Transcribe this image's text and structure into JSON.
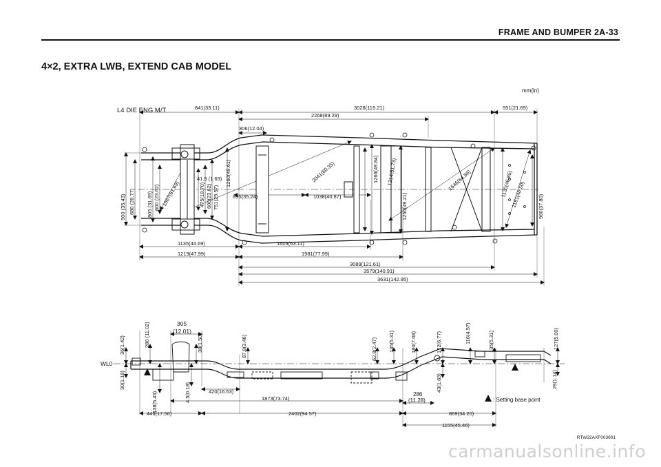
{
  "header": {
    "title": "FRAME AND BUMPER  2A-33"
  },
  "section_title": "4×2, EXTRA LWB, EXTEND CAB MODEL",
  "top_view": {
    "units": "mm(in)",
    "engine_label": "L4 DIE ENG M/T",
    "dims": {
      "d841": "841(33.11)",
      "d3028": "3028(119.21)",
      "d551": "551(21.69)",
      "d2268": "2268(89.29)",
      "d306": "306(12.04)",
      "d900": "900 (35.43)",
      "d680": "680 (26.77)",
      "d805": "805 (31.69)",
      "d600a": "600 (23.62)",
      "d415": "41.5 (1.63)",
      "d475": "475(18.70)",
      "d600b": "600(23.62)",
      "d751": "751(29.57)",
      "d1260a": "1260(49.61)",
      "d1567": "1567(61.69)",
      "d895": "895(35.24)",
      "d2041": "2041(80.35)",
      "d1038": "1038(40.87)",
      "d1266": "1266(49.84)",
      "d1314": "1314(51.73)",
      "d1250": "1250(49.21)",
      "d1646": "1646(64.88)",
      "d1130": "1130(46.85)",
      "d1181": "1181(46.50)",
      "d960": "960(37.80)",
      "d1135": "1135(44.69)",
      "d1603": "1603(63.11)",
      "d1219": "1219(47.99)",
      "d1981": "1981(77.99)",
      "d3089": "3089(121.61)",
      "d3579": "3579(140.91)",
      "d3631": "3631(142.95)"
    }
  },
  "side_view": {
    "wl0": "WL0",
    "d305": "305",
    "d305in": "(12.01)",
    "d36": "36(1.42)",
    "d280": "280 (11.02)",
    "d38": "38(1.50)",
    "d87": "87.8(3.46)",
    "d62": "62.8(2.47)",
    "d135a": "135(5.31)",
    "d180": "180(7.08)",
    "d172": "172(6.77)",
    "d116": "116(4.57)",
    "d135b": "135(5.31)",
    "d127": "127(5.00)",
    "d30": "30(1.18)",
    "d138": "138(5.43)",
    "d45": "4.5(0.18)",
    "d420": "420(16.53)",
    "d1873": "1873(73.74)",
    "d286": "286",
    "d286in": "(11.28)",
    "d43": "43(1.69)",
    "d29": "29(1.14)",
    "d446": "446(17.56)",
    "d2402": "2402(94.57)",
    "d869": "869(34.20)",
    "d1155": "1155(45.46)",
    "legend": ": Setting base point"
  },
  "doc_code": "RTW32AXF003601",
  "watermark": "carmanualsonline.info"
}
